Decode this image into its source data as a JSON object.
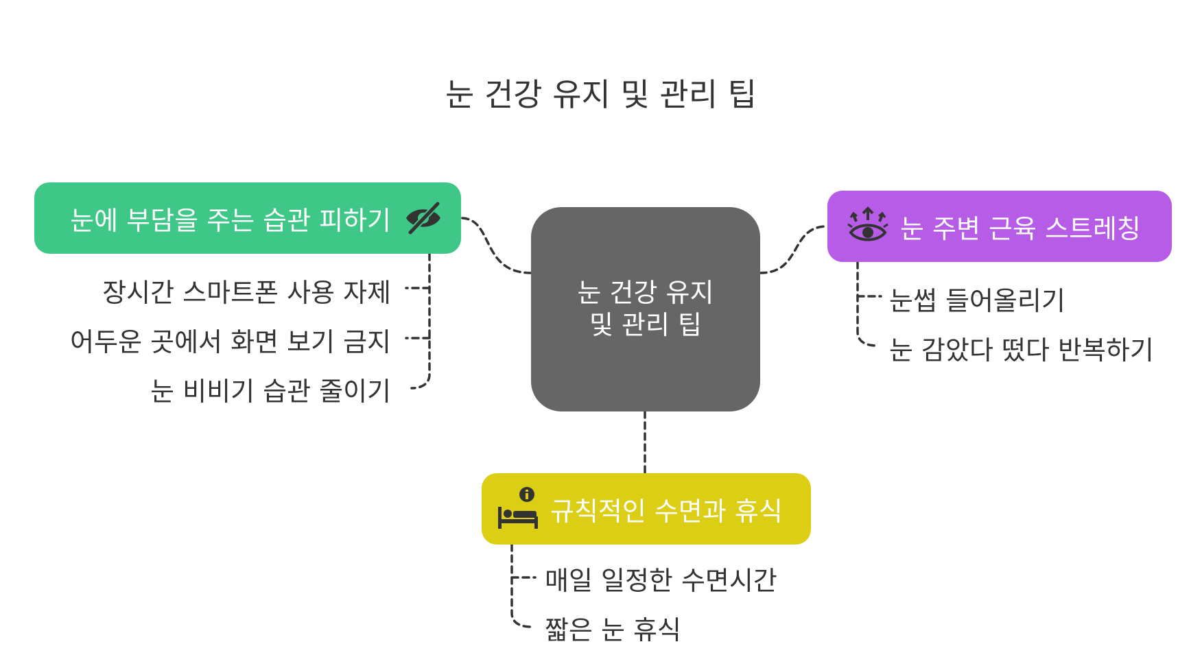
{
  "title": "눈 건강 유지 및 관리 팁",
  "center": {
    "line1": "눈 건강 유지",
    "line2": "및 관리 팁"
  },
  "branches": [
    {
      "label": "눈에 부담을 주는 습관 피하기",
      "icon": "eye-slash-icon",
      "color": "#3ec787",
      "items": [
        "장시간 스마트폰 사용 자제",
        "어두운 곳에서 화면 보기 금지",
        "눈 비비기 습관 줄이기"
      ]
    },
    {
      "label": "눈 주변 근육 스트레칭",
      "icon": "eye-stretch-icon",
      "color": "#b75ce6",
      "items": [
        "눈썹 들어올리기",
        "눈 감았다 떴다 반복하기"
      ]
    },
    {
      "label": "규칙적인 수면과 휴식",
      "icon": "bed-info-icon",
      "color": "#dcce15",
      "items": [
        "매일 일정한 수면시간",
        "짧은 눈 휴식"
      ]
    }
  ]
}
